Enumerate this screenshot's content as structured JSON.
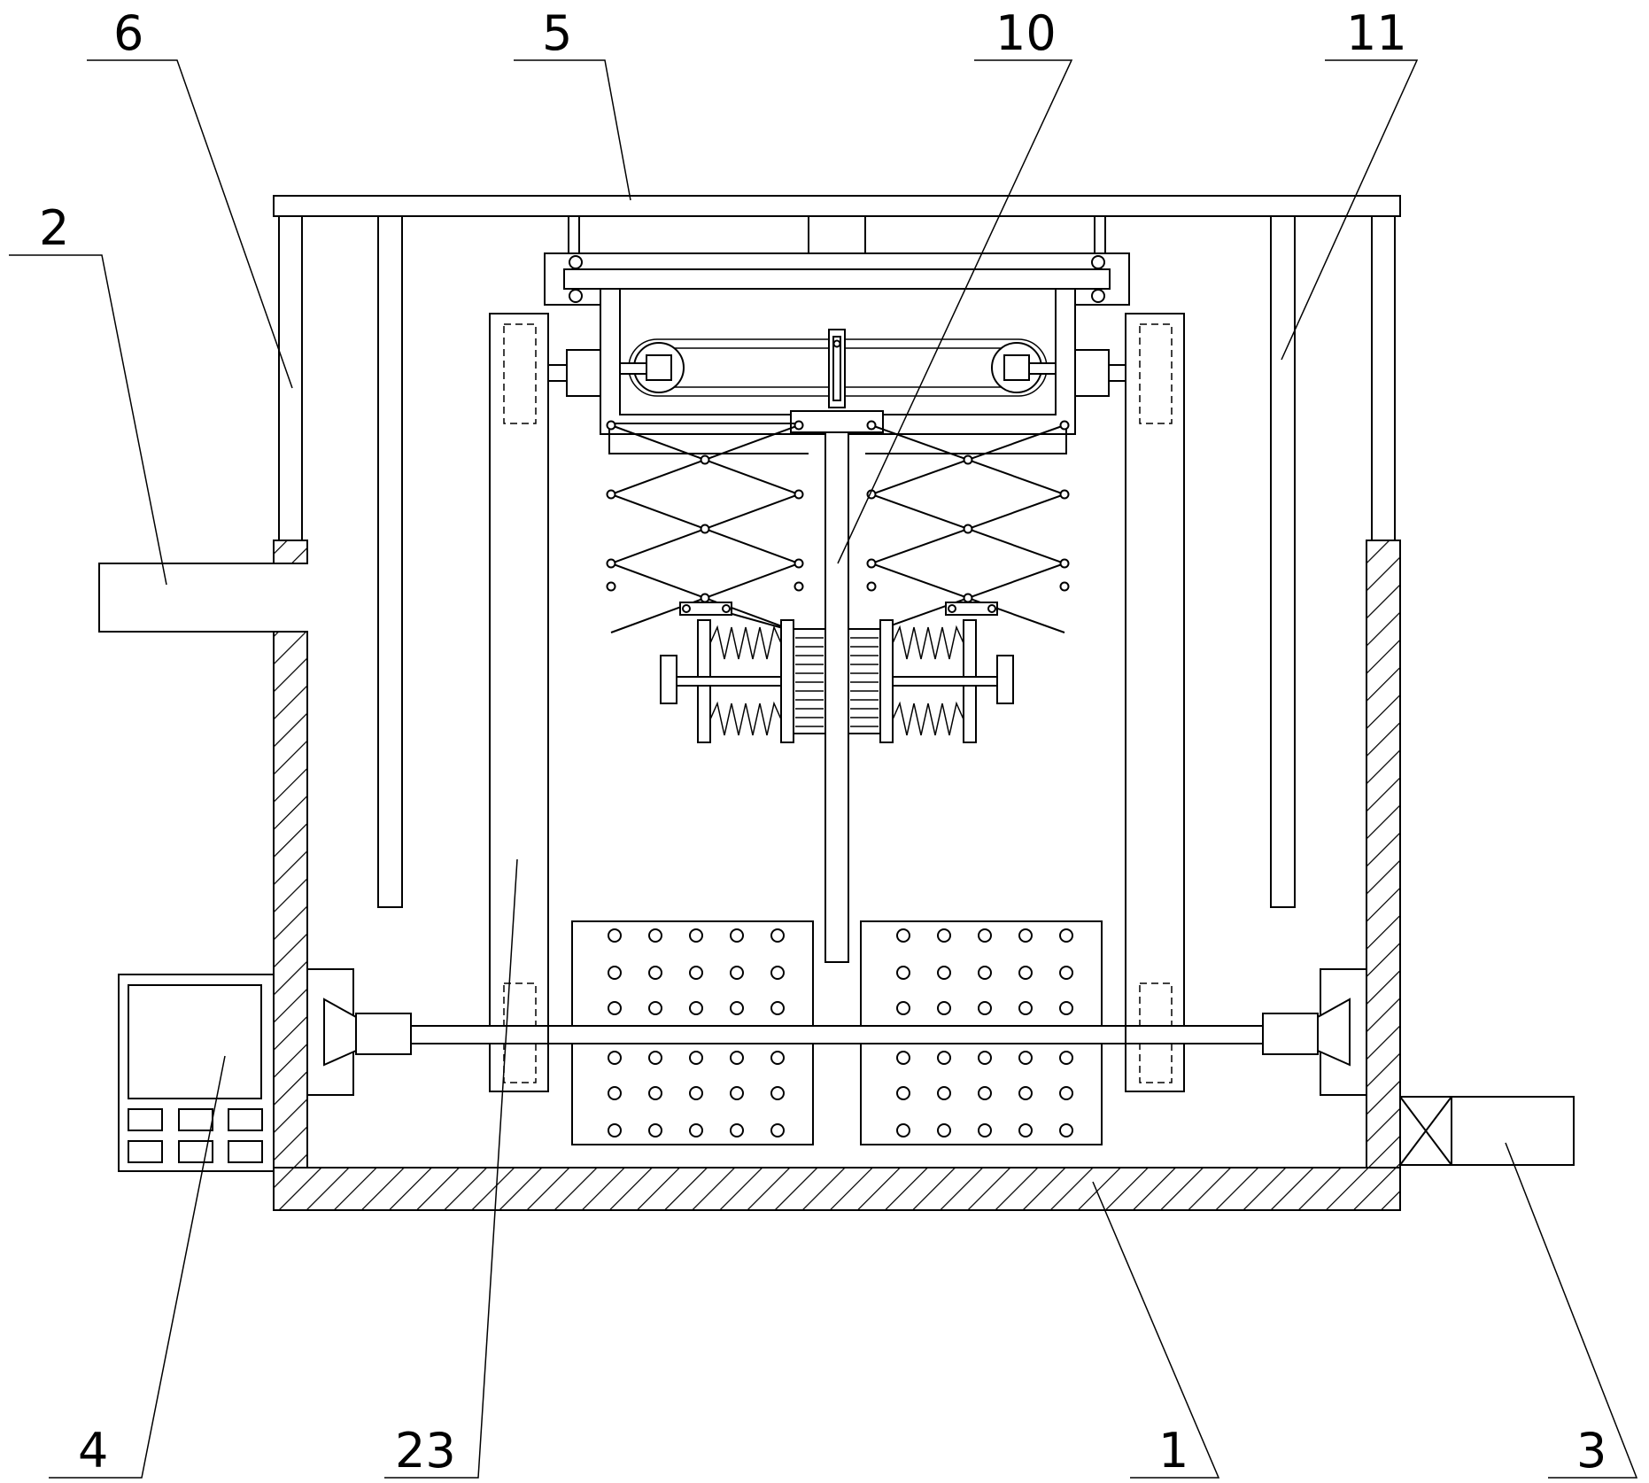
{
  "figure": {
    "labels": [
      {
        "id": "label-6",
        "text": "6"
      },
      {
        "id": "label-5",
        "text": "5"
      },
      {
        "id": "label-10",
        "text": "10"
      },
      {
        "id": "label-11",
        "text": "11"
      },
      {
        "id": "label-2",
        "text": "2"
      },
      {
        "id": "label-4",
        "text": "4"
      },
      {
        "id": "label-23",
        "text": "23"
      },
      {
        "id": "label-1",
        "text": "1"
      },
      {
        "id": "label-3",
        "text": "3"
      }
    ]
  },
  "colors": {
    "line": "#000000",
    "background": "#ffffff"
  }
}
